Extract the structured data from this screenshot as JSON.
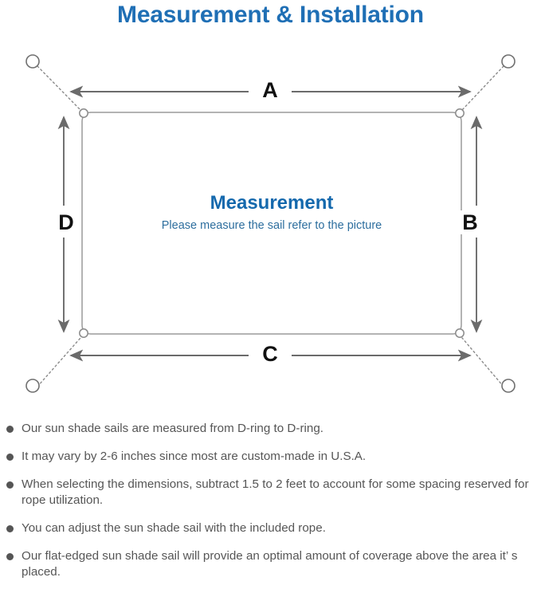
{
  "page": {
    "title": "Measurement & Installation",
    "title_color": "#1F6FB5",
    "background": "#ffffff"
  },
  "diagram": {
    "name": "sun-shade-sail-measurement-diagram",
    "center_title": "Measurement",
    "center_subtitle": "Please measure the sail refer to the picture",
    "center_title_color": "#1569AD",
    "center_subtitle_color": "#2D6E9E",
    "line_color": "#808080",
    "sail_outline_color": "#9a9a9a",
    "dimension_labels": {
      "top": "A",
      "right": "B",
      "bottom": "C",
      "left": "D"
    },
    "label_color": "#111111",
    "d_ring_count": 4,
    "anchor_post_count": 4
  },
  "notes": {
    "bullet_color": "#555555",
    "text_color": "#565656",
    "items": [
      "Our sun shade sails are measured from D-ring to D-ring.",
      "It may vary by 2-6 inches since most are custom-made in U.S.A.",
      "When selecting the dimensions, subtract 1.5 to 2 feet to account for some spacing reserved for rope utilization.",
      "You can adjust the sun shade sail with the included rope.",
      "Our flat-edged sun shade sail will provide an optimal amount of coverage above the area it’ s placed."
    ]
  }
}
